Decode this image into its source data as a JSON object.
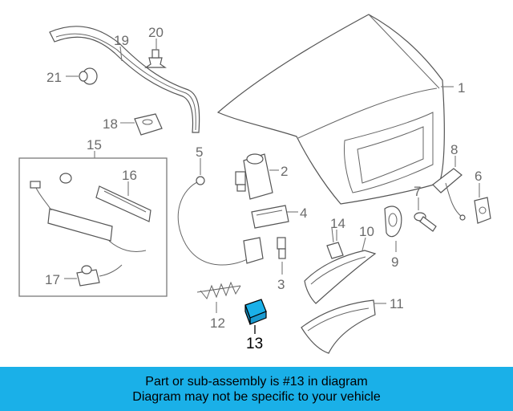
{
  "diagram": {
    "labels": [
      "1",
      "2",
      "3",
      "4",
      "5",
      "6",
      "7",
      "8",
      "9",
      "10",
      "11",
      "12",
      "13",
      "14",
      "15",
      "16",
      "17",
      "18",
      "19",
      "20",
      "21"
    ],
    "highlight_label": "13",
    "highlight_color": "#1ab0e8"
  },
  "banner": {
    "line1": "Part or sub-assembly is #13 in diagram",
    "line2": "Diagram may not be specific to your vehicle",
    "background": "#1ab0e8"
  }
}
